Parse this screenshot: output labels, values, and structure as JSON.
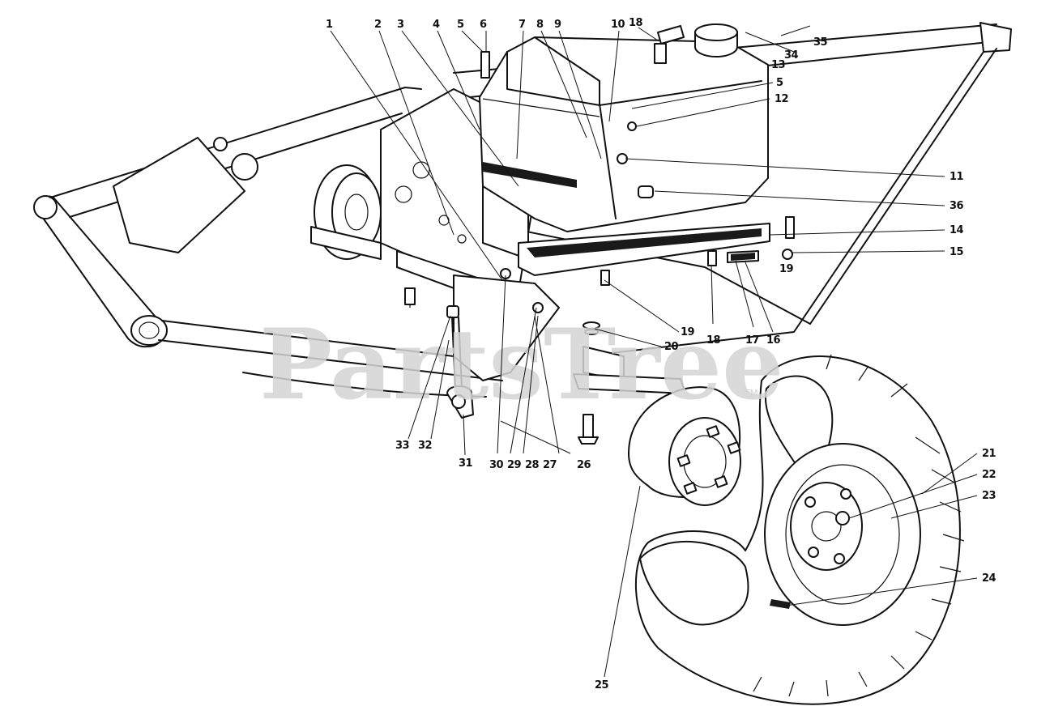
{
  "watermark": {
    "text": "PartsTree",
    "trademark": "TM"
  },
  "callouts": [
    "1",
    "2",
    "3",
    "4",
    "5",
    "6",
    "7",
    "8",
    "9",
    "10",
    "18",
    "13",
    "34",
    "35",
    "5",
    "12",
    "11",
    "36",
    "14",
    "15",
    "19",
    "16",
    "17",
    "18",
    "19",
    "20",
    "21",
    "22",
    "23",
    "24",
    "25",
    "26",
    "27",
    "28",
    "29",
    "30",
    "31",
    "32",
    "33"
  ],
  "colors": {
    "ink": "#111111",
    "paper": "#ffffff",
    "watermark": "#d4d4d4"
  }
}
